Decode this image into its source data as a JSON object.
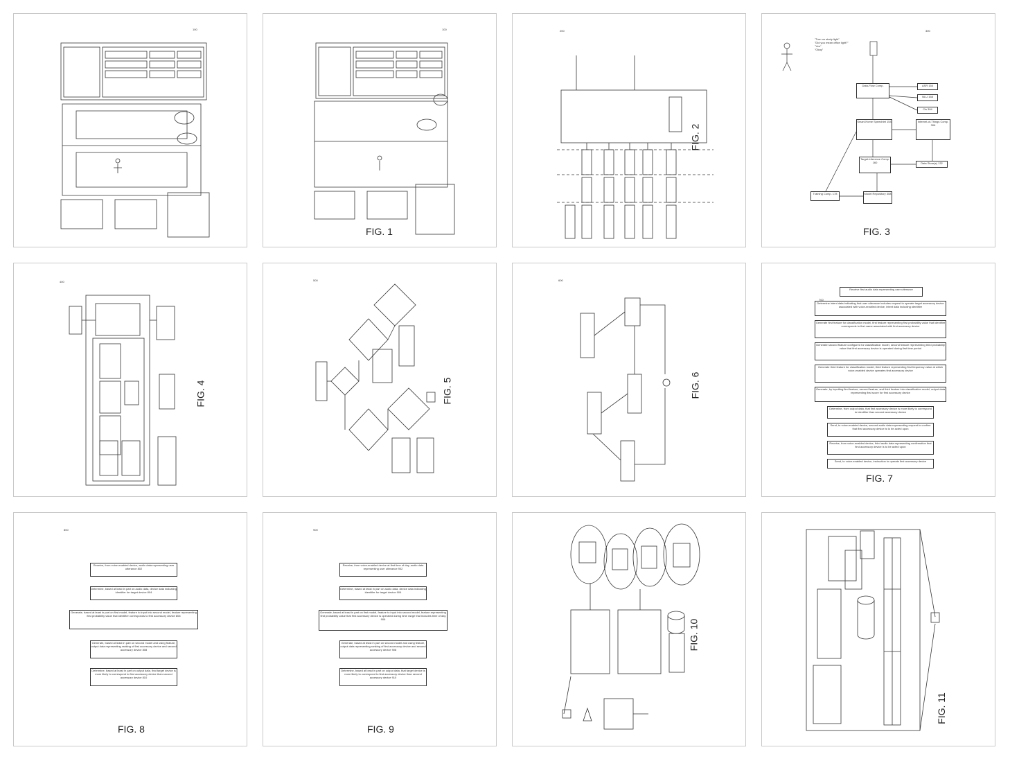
{
  "sheets": [
    {
      "label": "",
      "ref": "100"
    },
    {
      "label": "FIG. 1",
      "ref": "100"
    },
    {
      "label": "FIG. 2",
      "ref": "200"
    },
    {
      "label": "FIG. 3",
      "ref": "300"
    },
    {
      "label": "FIG. 4",
      "ref": "400"
    },
    {
      "label": "FIG. 5",
      "ref": "500"
    },
    {
      "label": "FIG. 6",
      "ref": "600"
    },
    {
      "label": "FIG. 7",
      "ref": "700"
    },
    {
      "label": "FIG. 8",
      "ref": "800"
    },
    {
      "label": "FIG. 9",
      "ref": "900"
    },
    {
      "label": "FIG. 10",
      "ref": ""
    },
    {
      "label": "FIG. 11",
      "ref": ""
    }
  ],
  "fig3": {
    "speech": [
      "\"Turn on study light\"",
      "\"Did you mean office light?\"",
      "\"Yes\"",
      "\"Okay\""
    ],
    "boxes": [
      "Data-Flow Comp.",
      "ASR 154",
      "NLU 158",
      "Cis 304",
      "Smart-Home Speechlet 154",
      "Internet-of-Things Comp. 306",
      "Target-Inference Comp. 160",
      "Data Store(s) 132",
      "Training Comp. 178",
      "Model Repository 308"
    ]
  },
  "fig7": {
    "steps": [
      "Receive first audio data representing user utterance",
      "Determine intent data indicating that user utterance includes request to operate target accessory device associated with voice-enabled device, intent data including identifier",
      "Generate first feature for classification model, first feature representing first probability value that identifier corresponds to first name associated with first accessory device",
      "Generate second feature configured for classification model, second feature representing third probability value that first accessory device is operated during first time period",
      "Generate third feature for classification model, third feature representing first frequency value at which voice-enabled device operates first accessory device",
      "Generate, by inputting first feature, second feature, and third feature into classification model, output data representing first score for first accessory device",
      "Determine, from output data, that first accessory device is more likely to correspond to identifier than second accessory device",
      "Send, to voice-enabled device, second audio data representing request to confirm that first accessory device is to be acted upon",
      "Receive, from voice-enabled device, third audio data representing confirmation that first accessory device is to be acted upon",
      "Send, to voice-enabled device, instruction to operate first accessory device"
    ]
  },
  "fig8": {
    "steps": [
      "Receive, from voice-enabled device, audio data representing user utterance",
      "Determine, based at least in part on audio data, device data indicating identifier for target device",
      "Generate, based at least in part on first model, feature to input into second model, feature representing first probability value that identifier corresponds to first accessory device",
      "Generate, based at least in part on second model and using feature, output data representing ranking of first accessory device and second accessory device",
      "Determine, based at least in part on output data, that target device is more likely to correspond to first accessory device than second accessory device"
    ],
    "nums": [
      "802",
      "804",
      "806",
      "808",
      "810"
    ]
  },
  "fig9": {
    "steps": [
      "Receive, from voice-enabled device at first time of day, audio data representing user utterance",
      "Determine, based at least in part on audio data, device data indicating identifier for target device",
      "Generate, based at least in part on first model, feature to input into second model, feature representing first probability value that first accessory device is operated during time range that includes time of day",
      "Generate, based at least in part on second model and using feature, output data representing ranking of first accessory device and second accessory device",
      "Determine, based at least in part on output data, that target device is more likely to correspond to first accessory device than second accessory device"
    ],
    "nums": [
      "902",
      "904",
      "906",
      "908",
      "910"
    ]
  },
  "colors": {
    "ink": "#333333",
    "border": "#c8c8c8",
    "paper": "#ffffff"
  }
}
